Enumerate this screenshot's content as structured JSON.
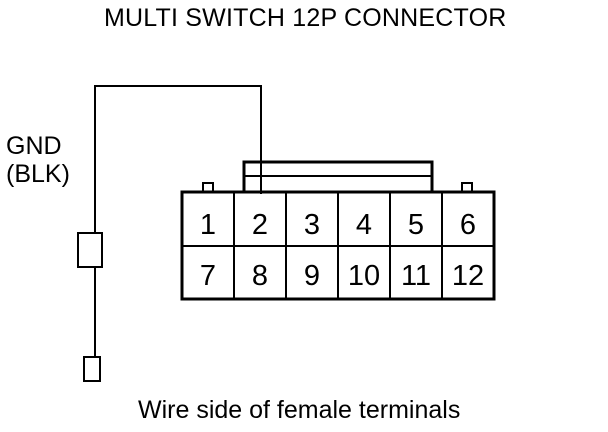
{
  "title": "MULTI SWITCH 12P CONNECTOR",
  "ground": {
    "line1": "GND",
    "line2": "(BLK)"
  },
  "caption": "Wire side of female terminals",
  "connector": {
    "rows": [
      [
        "1",
        "2",
        "3",
        "4",
        "5",
        "6"
      ],
      [
        "7",
        "8",
        "9",
        "10",
        "11",
        "12"
      ]
    ],
    "probe_terminal": "2"
  }
}
